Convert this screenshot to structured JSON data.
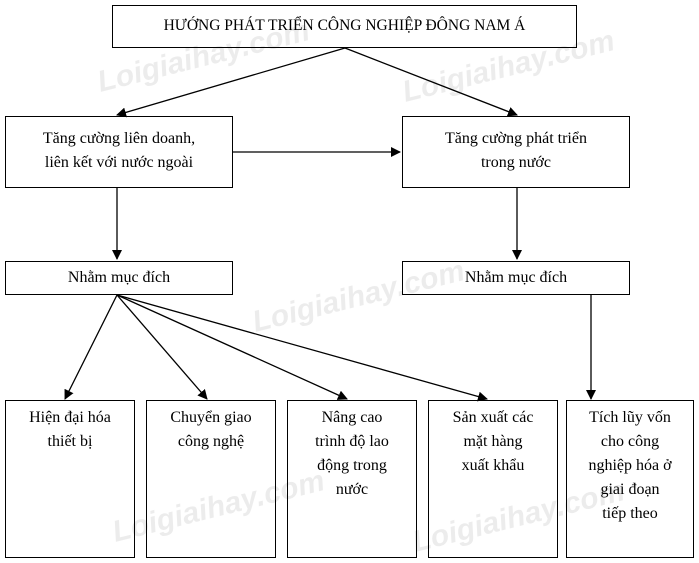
{
  "watermark": "Loigiaihay.com",
  "title": "HƯỚNG PHÁT TRIỂN CÔNG NGHIỆP ĐÔNG NAM Á",
  "left_branch": {
    "lines": [
      "Tăng cường liên doanh,",
      "liên kết với nước ngoài"
    ],
    "purpose": "Nhằm mục đích"
  },
  "right_branch": {
    "lines": [
      "Tăng cường phát triển",
      "trong nước"
    ],
    "purpose": "Nhằm mục đích"
  },
  "outcomes": [
    {
      "lines": [
        "Hiện đại hóa",
        "thiết bị"
      ]
    },
    {
      "lines": [
        "Chuyển giao",
        "công nghệ"
      ]
    },
    {
      "lines": [
        "Nâng cao",
        "trình độ lao",
        "động trong",
        "nước"
      ]
    },
    {
      "lines": [
        "Sản xuất các",
        "mặt hàng",
        "xuất khẩu"
      ]
    },
    {
      "lines": [
        "Tích lũy vốn",
        "cho công",
        "nghiệp hóa ở",
        "giai đoạn",
        "tiếp theo"
      ]
    }
  ],
  "colors": {
    "line": "#000000",
    "background": "#ffffff"
  }
}
